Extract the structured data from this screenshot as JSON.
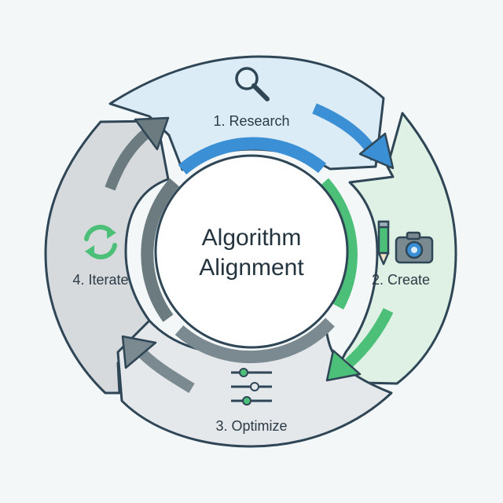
{
  "diagram": {
    "center": {
      "line1": "Algorithm",
      "line2": "Alignment"
    },
    "stages": [
      {
        "label": "1. Research",
        "icon": "magnifier-icon"
      },
      {
        "label": "2. Create",
        "icon": "pencil-camera-icon"
      },
      {
        "label": "3. Optimize",
        "icon": "sliders-icon"
      },
      {
        "label": "4. Iterate",
        "icon": "refresh-icon"
      }
    ],
    "colors": {
      "research": "#3b8fd4",
      "create": "#4cbf78",
      "optimize": "#7a8a90",
      "iterate": "#6b7b80",
      "outline": "#2f4656"
    }
  }
}
